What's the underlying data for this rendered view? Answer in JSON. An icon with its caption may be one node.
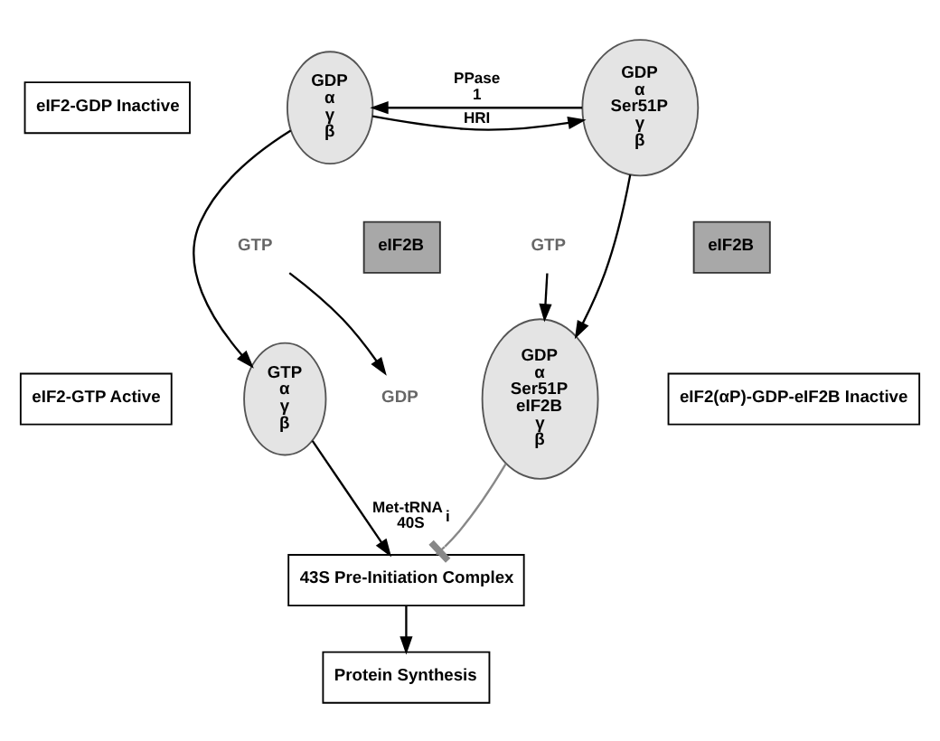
{
  "diagram": {
    "nodes": [
      {
        "text": [
          "eIF2-GDP Inactive"
        ]
      },
      {
        "text": [
          "GDP",
          "α",
          "γ",
          "β"
        ]
      },
      {
        "text": [
          "GDP",
          "α",
          "Ser51P",
          "γ",
          "β"
        ]
      },
      {
        "text": [
          "GTP"
        ]
      },
      {
        "text": [
          "eIF2B"
        ]
      },
      {
        "text": [
          "GDP"
        ]
      },
      {
        "text": [
          "GTP"
        ]
      },
      {
        "text": [
          "eIF2B"
        ]
      },
      {
        "text": [
          "eIF2-GTP Active"
        ]
      },
      {
        "text": [
          "GTP",
          "α",
          "γ",
          "β"
        ]
      },
      {
        "text": [
          "GDP",
          "α",
          "Ser51P",
          "eIF2B",
          "γ",
          "β"
        ]
      },
      {
        "text": [
          "eIF2(αP)-GDP-eIF2B Inactive"
        ]
      },
      {
        "text": [
          "43S Pre-Initiation Complex"
        ]
      },
      {
        "text": [
          "Protein Synthesis"
        ]
      }
    ],
    "edges": [
      {
        "from": 1,
        "to": 2,
        "arrow": "to",
        "label": "HRI"
      },
      {
        "from": 2,
        "to": 1,
        "arrow": "to",
        "label": "PPase 1"
      },
      {
        "from": 1,
        "to": 9,
        "arrow": "to"
      },
      {
        "from": 3,
        "to": 5,
        "arrow": "to"
      },
      {
        "from": 2,
        "to": 10,
        "arrow": "to"
      },
      {
        "from": 6,
        "to": 10,
        "arrow": "to"
      },
      {
        "from": 9,
        "to": 12,
        "arrow": "to",
        "label": "Met-tRNA$_{i}$ 40S"
      },
      {
        "from": 10,
        "to": 12,
        "arrow": "other",
        "color": "#888888"
      },
      {
        "from": 12,
        "to": 13,
        "arrow": "to"
      }
    ]
  }
}
